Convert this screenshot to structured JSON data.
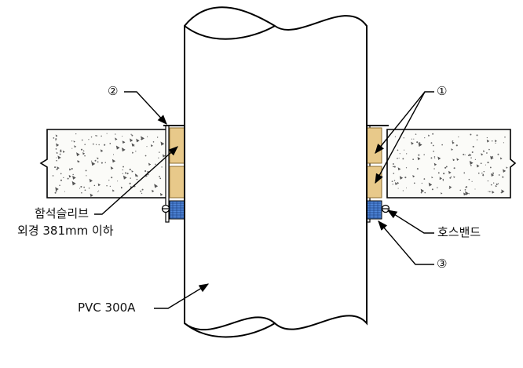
{
  "labels": {
    "callout_1": "①",
    "callout_2": "②",
    "callout_3": "③",
    "sleeve_line1": "함석슬리브",
    "sleeve_line2": "외경 381mm 이하",
    "hose_band": "호스밴드",
    "pipe": "PVC 300A"
  },
  "colors": {
    "filler": "#e8c98a",
    "filler_stroke": "#8a6b2e",
    "hose_band": "#4f86d9",
    "outline": "#000000"
  }
}
